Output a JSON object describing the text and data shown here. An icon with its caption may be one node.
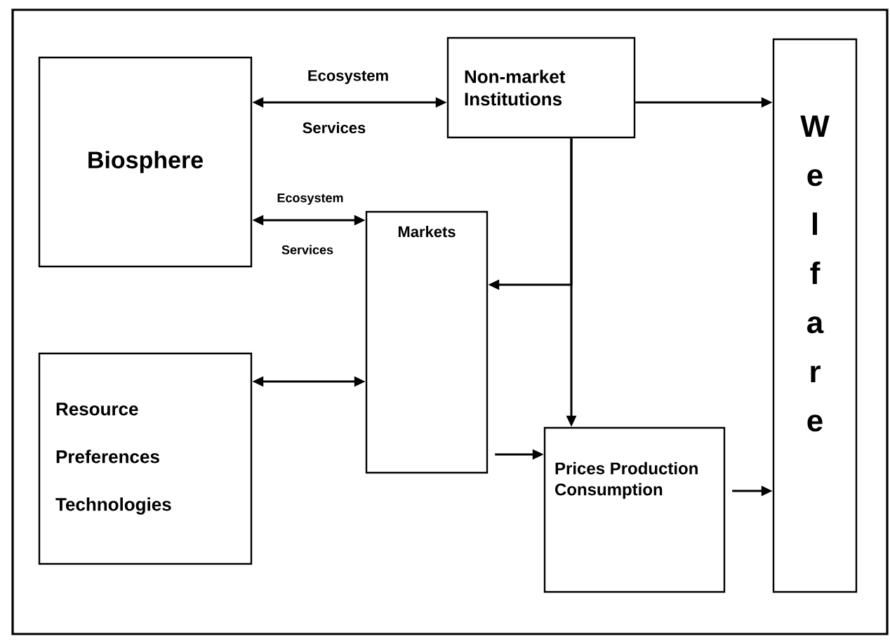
{
  "diagram": {
    "nodes": [
      {
        "text": [
          "Biosphere"
        ]
      },
      {
        "text": [
          "Non-market Institutions"
        ]
      },
      {
        "text": [
          "Markets"
        ]
      },
      {
        "text": [
          "Resource",
          "Preferences",
          "Technologies"
        ]
      },
      {
        "text": [
          "Prices Production Consumption"
        ]
      },
      {
        "text": [
          "Welfare"
        ]
      }
    ],
    "edges": [
      {
        "from": 0,
        "to": 1,
        "arrow": "both"
      },
      {
        "from": 0,
        "to": 2,
        "arrow": "both"
      },
      {
        "from": 3,
        "to": 2,
        "arrow": "both"
      },
      {
        "from": 1,
        "to": 5,
        "arrow": "to"
      },
      {
        "from": 1,
        "to": 2,
        "arrow": "to"
      },
      {
        "from": 1,
        "to": 4,
        "arrow": "to"
      },
      {
        "from": 2,
        "to": 4,
        "arrow": "to"
      },
      {
        "from": 4,
        "to": 5,
        "arrow": "to"
      }
    ],
    "labels": [
      "Ecosystem",
      "Services",
      "Ecosystem",
      "Services"
    ]
  }
}
